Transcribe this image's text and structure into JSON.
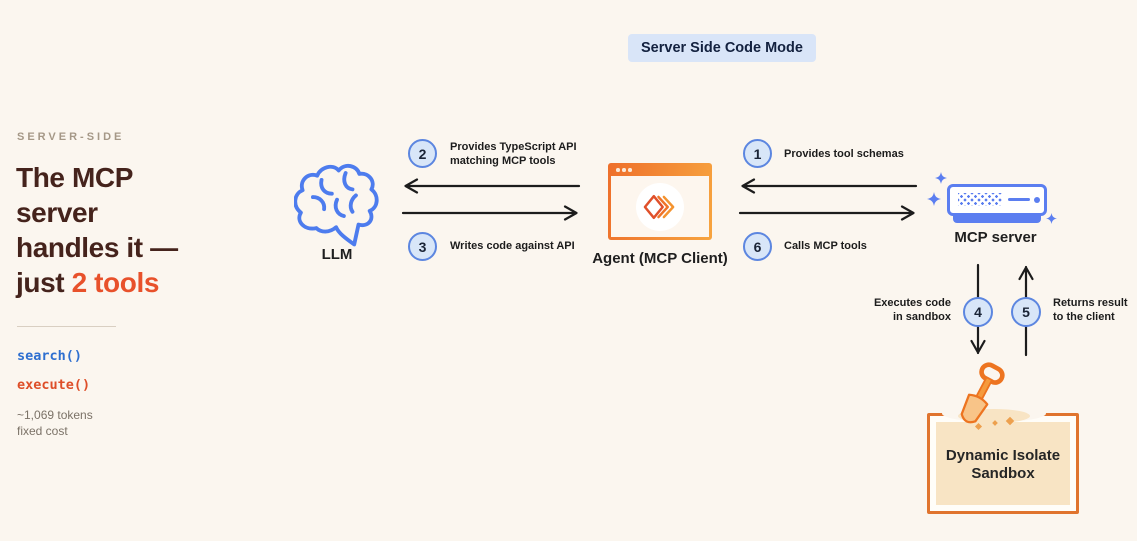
{
  "badge": {
    "label": "Server Side Code Mode",
    "bg": "#d9e5f8"
  },
  "sidebar": {
    "eyebrow": "SERVER-SIDE",
    "heading_lines": [
      "The MCP",
      "server",
      "handles it —"
    ],
    "heading_last_prefix": "just ",
    "heading_accent": "2 tools",
    "tools": [
      {
        "label": "search()",
        "color": "#2e6fd0"
      },
      {
        "label": "execute()",
        "color": "#de4e28"
      }
    ],
    "note": "~1,069 tokens\nfixed cost"
  },
  "nodes": {
    "llm": {
      "label": "LLM",
      "icon": "brain-icon"
    },
    "agent": {
      "label": "Agent (MCP Client)",
      "icon": "browser-window-icon"
    },
    "server": {
      "label": "MCP server",
      "icon": "server-icon"
    },
    "sandbox": {
      "label_line1": "Dynamic Isolate",
      "label_line2": "Sandbox",
      "icon": "shovel-icon"
    }
  },
  "steps": [
    {
      "number": "1",
      "label": "Provides tool schemas"
    },
    {
      "number": "2",
      "label": "Provides TypeScript API\nmatching MCP tools"
    },
    {
      "number": "3",
      "label": "Writes code against API"
    },
    {
      "number": "4",
      "label": "Executes code\nin sandbox"
    },
    {
      "number": "5",
      "label": "Returns result\nto the client"
    },
    {
      "number": "6",
      "label": "Calls MCP tools"
    }
  ],
  "colors": {
    "background": "#fbf6ef",
    "badge_bg": "#d9e5f8",
    "heading": "#45231c",
    "accent_orange": "#e8512b",
    "code_blue": "#2e6fd0",
    "code_red": "#de4e28",
    "muted_gray": "#7b7267",
    "circle_fill": "#d8e6f8",
    "circle_border": "#5c86e0",
    "brain_blue": "#4d7cee",
    "server_blue": "#5b7ef0",
    "agent_orange": "#ee6f2b",
    "sandbox_border": "#e0742e",
    "sandbox_fill": "#f8e4c4",
    "arrow_black": "#1c1c1c"
  }
}
